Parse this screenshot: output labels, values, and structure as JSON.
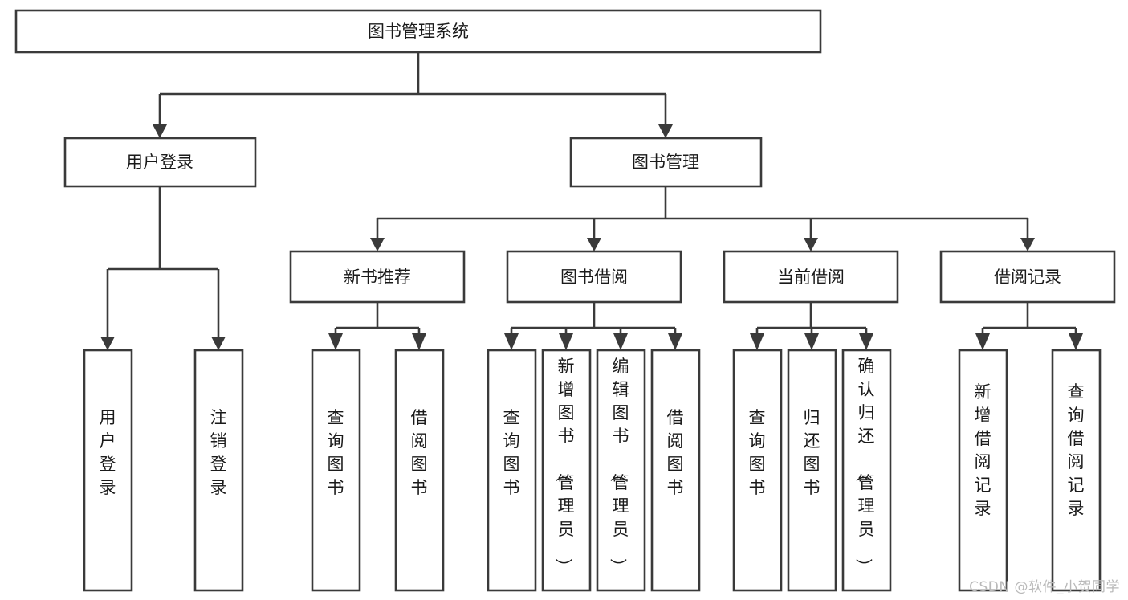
{
  "diagram": {
    "title": "图书管理系统",
    "type": "tree",
    "orientation": "top-down",
    "background_color": "#ffffff",
    "line_color": "#3a3a3a",
    "text_color": "#1a1a1a",
    "watermark": "CSDN @软件_小贺同学",
    "levels": [
      {
        "level": 1,
        "nodes": [
          {
            "id": "root",
            "label": "图书管理系统",
            "orientation": "horizontal"
          }
        ]
      },
      {
        "level": 2,
        "nodes": [
          {
            "id": "login",
            "label": "用户登录",
            "orientation": "horizontal",
            "parent": "root"
          },
          {
            "id": "bookmgmt",
            "label": "图书管理",
            "orientation": "horizontal",
            "parent": "root"
          }
        ]
      },
      {
        "level": 3,
        "nodes": [
          {
            "id": "newbook",
            "label": "新书推荐",
            "orientation": "horizontal",
            "parent": "bookmgmt"
          },
          {
            "id": "borrow",
            "label": "图书借阅",
            "orientation": "horizontal",
            "parent": "bookmgmt"
          },
          {
            "id": "current",
            "label": "当前借阅",
            "orientation": "horizontal",
            "parent": "bookmgmt"
          },
          {
            "id": "records",
            "label": "借阅记录",
            "orientation": "horizontal",
            "parent": "bookmgmt"
          }
        ]
      },
      {
        "level": 4,
        "nodes": [
          {
            "id": "leaf-1",
            "label": "用户登录",
            "orientation": "vertical",
            "parent": "login"
          },
          {
            "id": "leaf-2",
            "label": "注销登录",
            "orientation": "vertical",
            "parent": "login"
          },
          {
            "id": "leaf-3",
            "label": "查询图书",
            "orientation": "vertical",
            "parent": "newbook"
          },
          {
            "id": "leaf-4",
            "label": "借阅图书",
            "orientation": "vertical",
            "parent": "newbook"
          },
          {
            "id": "leaf-5",
            "label": "查询图书",
            "orientation": "vertical",
            "parent": "borrow"
          },
          {
            "id": "leaf-6",
            "label": "新增图书（管理员）",
            "orientation": "vertical",
            "parent": "borrow"
          },
          {
            "id": "leaf-7",
            "label": "编辑图书（管理员）",
            "orientation": "vertical",
            "parent": "borrow"
          },
          {
            "id": "leaf-8",
            "label": "借阅图书",
            "orientation": "vertical",
            "parent": "borrow"
          },
          {
            "id": "leaf-9",
            "label": "查询图书",
            "orientation": "vertical",
            "parent": "current"
          },
          {
            "id": "leaf-10",
            "label": "归还图书",
            "orientation": "vertical",
            "parent": "current"
          },
          {
            "id": "leaf-11",
            "label": "确认归还（管理员）",
            "orientation": "vertical",
            "parent": "current"
          },
          {
            "id": "leaf-12",
            "label": "新增借阅记录",
            "orientation": "vertical",
            "parent": "records"
          },
          {
            "id": "leaf-13",
            "label": "查询借阅记录",
            "orientation": "vertical",
            "parent": "records"
          }
        ]
      }
    ]
  }
}
